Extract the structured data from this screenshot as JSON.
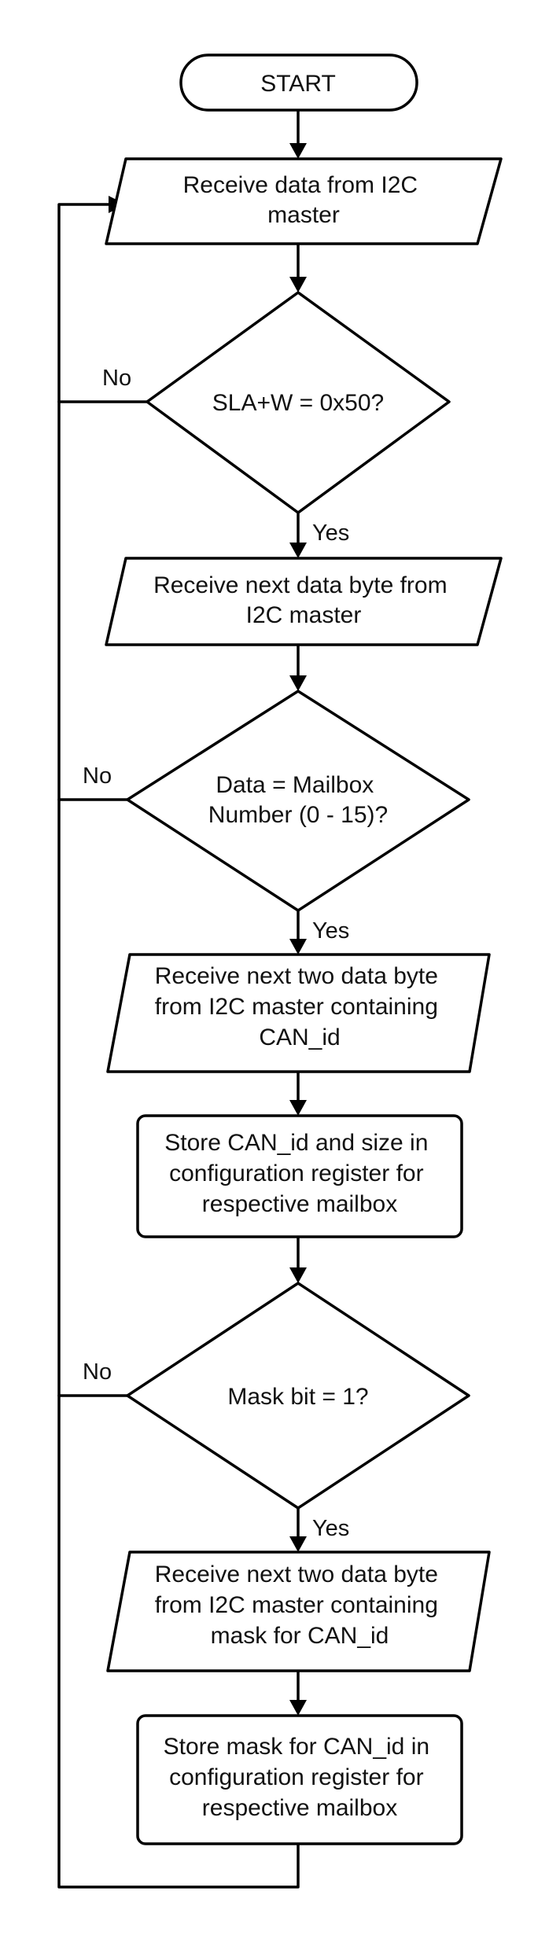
{
  "flowchart": {
    "start": "START",
    "step1": [
      "Receive data from I2C",
      "master"
    ],
    "decision1": [
      "SLA+W = 0x50?"
    ],
    "step2": [
      "Receive next data byte from",
      "I2C master"
    ],
    "decision2": [
      "Data = Mailbox",
      "Number (0 - 15)?"
    ],
    "step3": [
      "Receive next two data byte",
      "from I2C master containing",
      "CAN_id"
    ],
    "step4": [
      "Store CAN_id and size in",
      "configuration register for",
      "respective mailbox"
    ],
    "decision3": [
      "Mask bit = 1?"
    ],
    "step5": [
      "Receive next two data byte",
      "from I2C master containing",
      "mask for CAN_id"
    ],
    "step6": [
      "Store mask for CAN_id in",
      "configuration register for",
      "respective mailbox"
    ],
    "yes_label": "Yes",
    "no_label": "No"
  }
}
